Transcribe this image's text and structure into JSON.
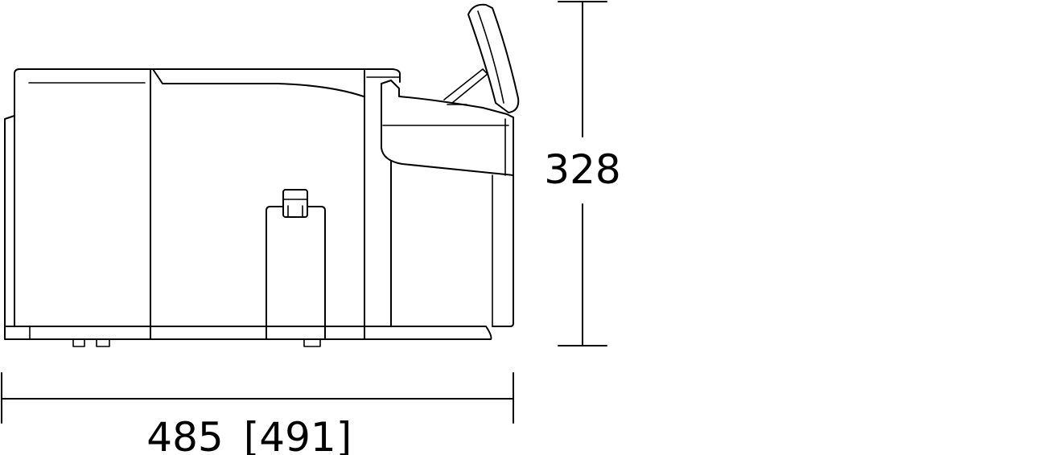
{
  "dimensions": {
    "height_label": "328",
    "width_label": "485",
    "width_alt_label": "[491]"
  },
  "colors": {
    "line": "#000000",
    "background": "#ffffff"
  }
}
